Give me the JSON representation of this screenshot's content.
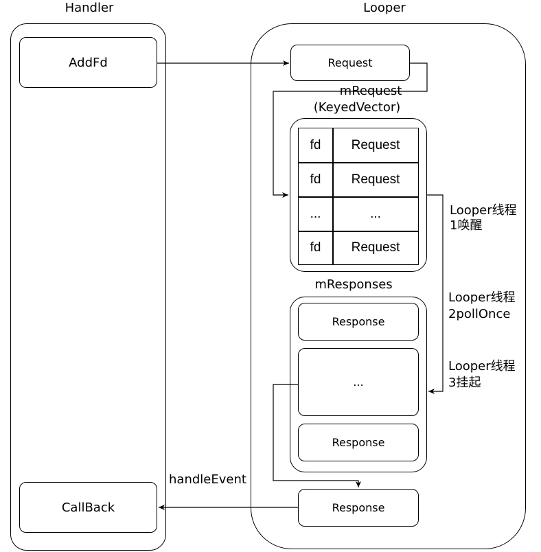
{
  "handler": {
    "title": "Handler",
    "addfd": "AddFd",
    "callback": "CallBack"
  },
  "looper": {
    "title": "Looper",
    "request_box": "Request",
    "mrequest_label": "mRequest",
    "keyedvector_label": "(KeyedVector)",
    "table": [
      {
        "key": "fd",
        "value": "Request"
      },
      {
        "key": "fd",
        "value": "Request"
      },
      {
        "key": "...",
        "value": "..."
      },
      {
        "key": "fd",
        "value": "Request"
      }
    ],
    "mresponses_label": "mResponses",
    "responses": [
      "Response",
      "...",
      "Response"
    ],
    "response_out": "Response"
  },
  "edges": {
    "handle_event": "handleEvent"
  },
  "steps": [
    {
      "line1": "Looper线程",
      "line2": "1唤醒"
    },
    {
      "line1": "Looper线程",
      "line2": "2pollOnce"
    },
    {
      "line1": "Looper线程",
      "line2": "3挂起"
    }
  ]
}
